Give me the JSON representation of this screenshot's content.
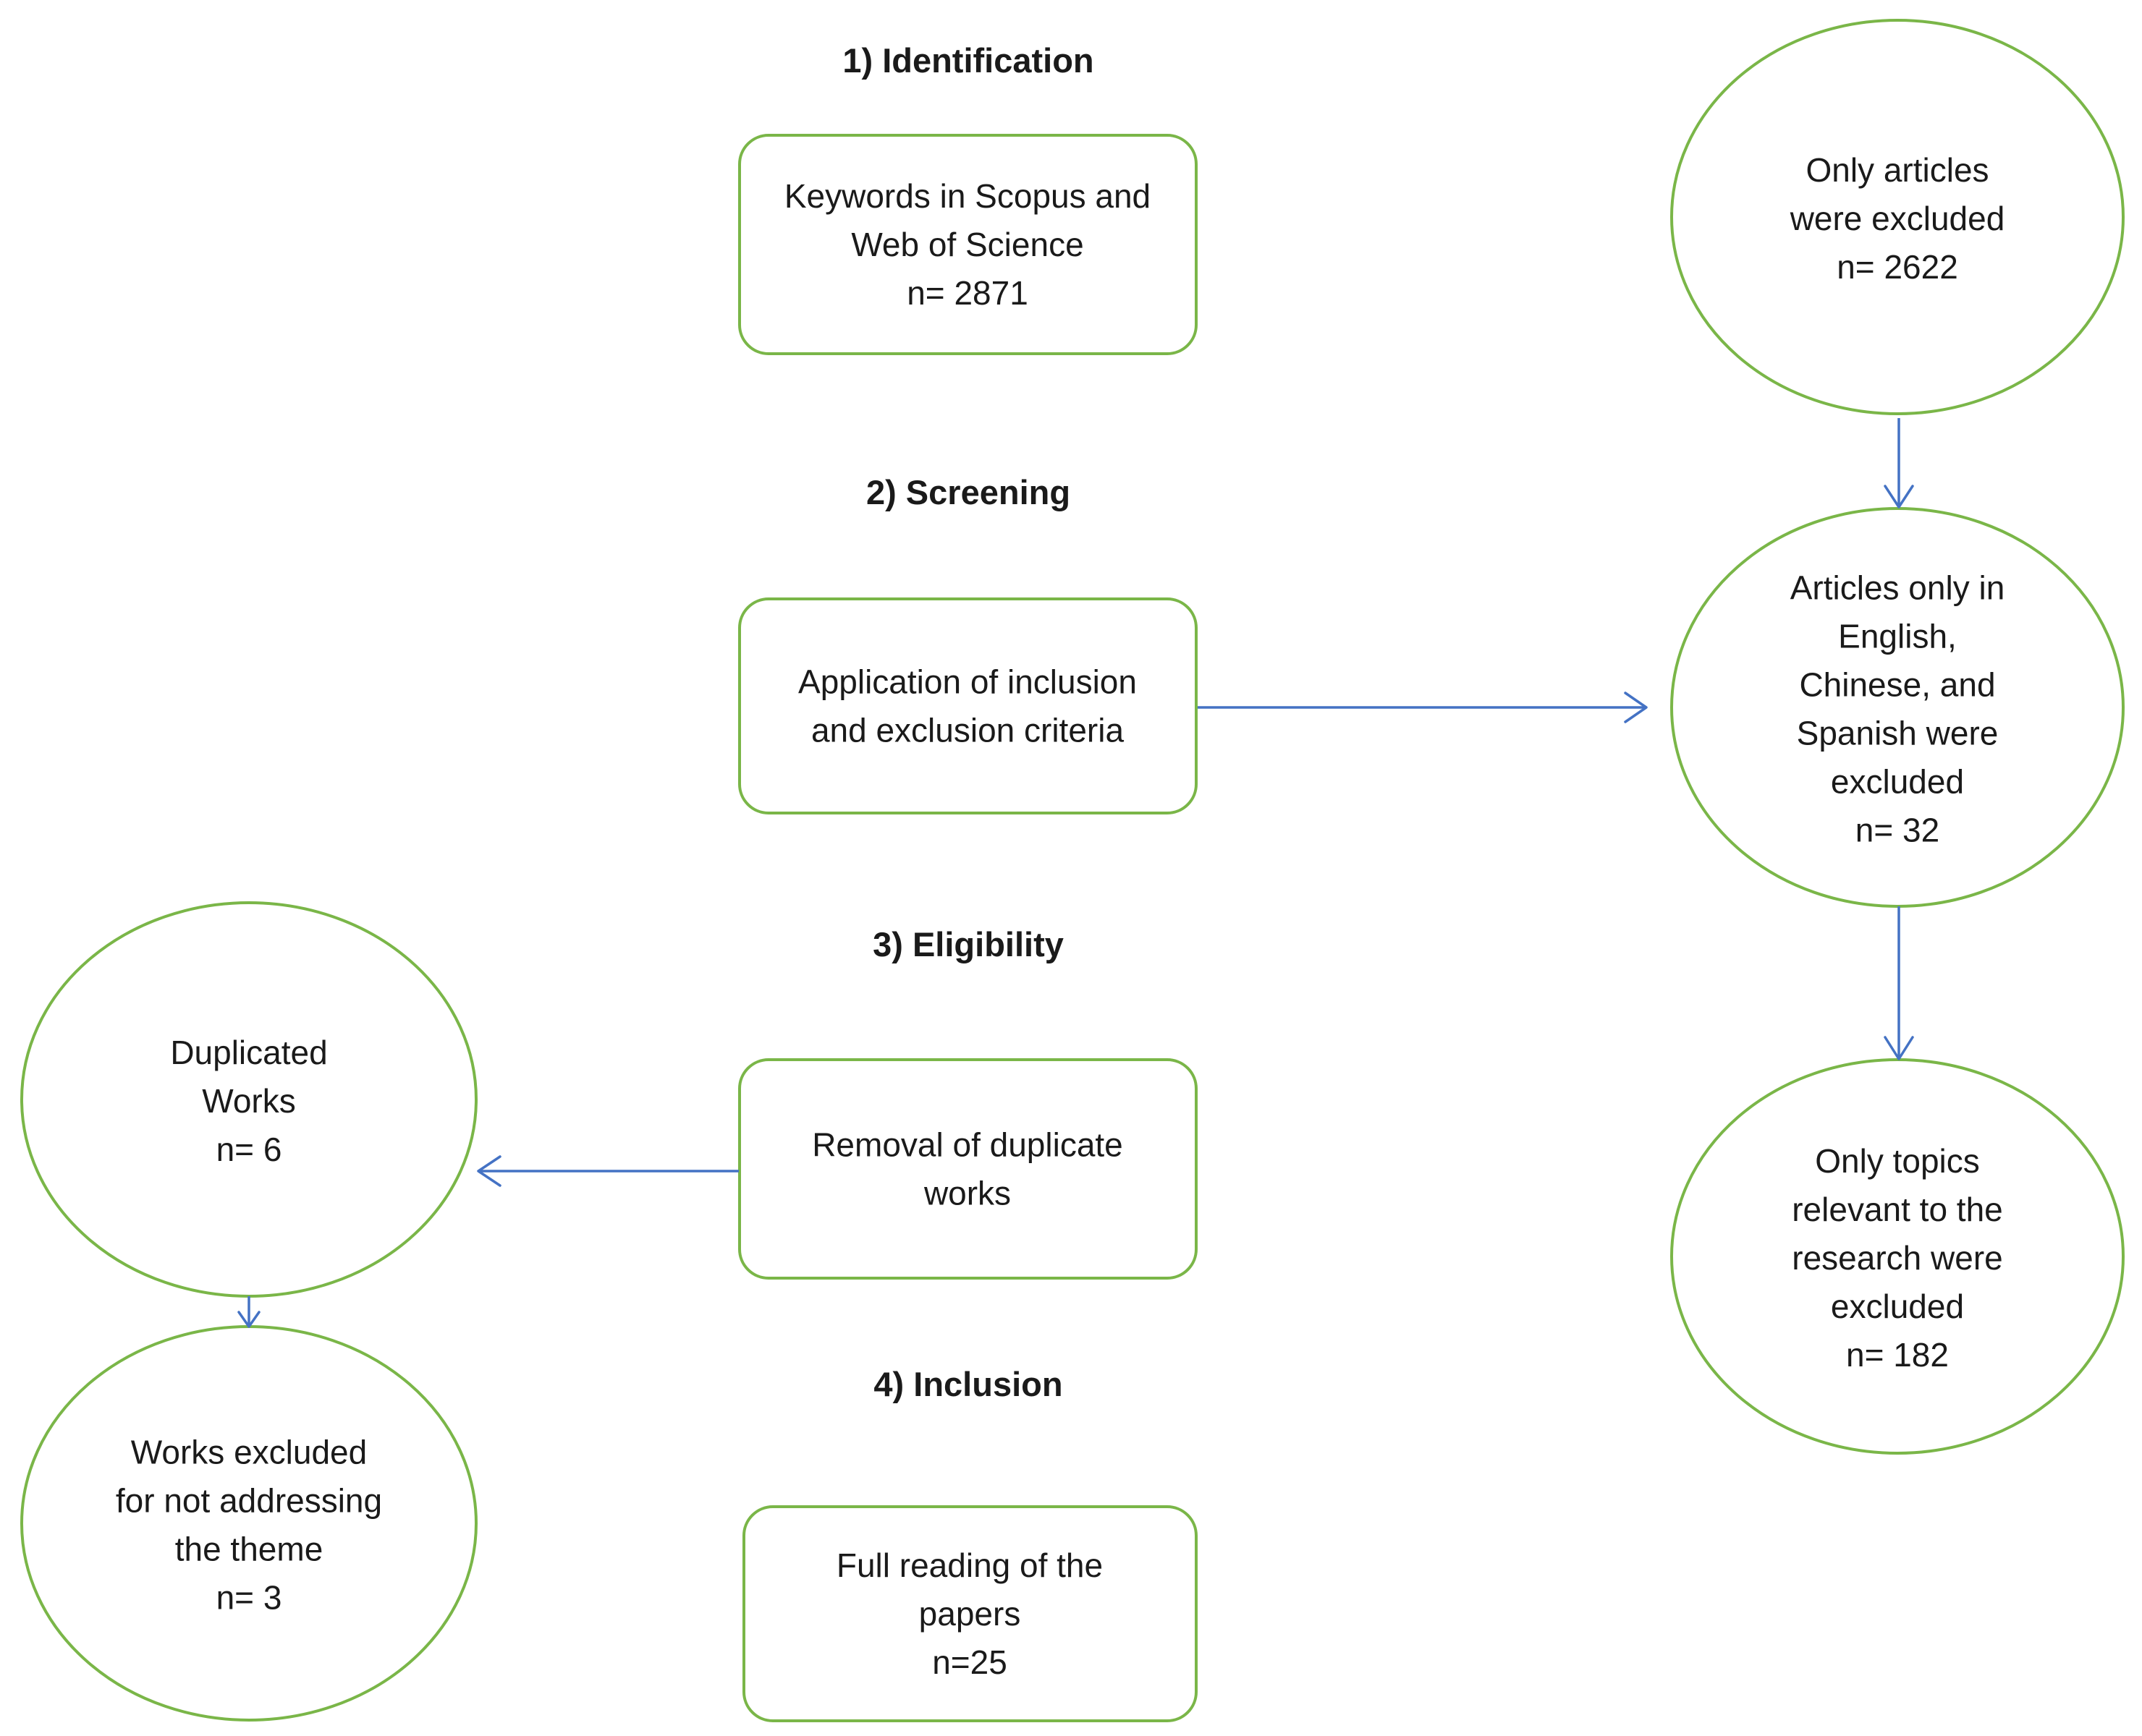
{
  "colors": {
    "node_border": "#7ab648",
    "arrow": "#4472c4",
    "text": "#1a1a1a",
    "background": "#ffffff"
  },
  "stages": {
    "identification": "1) Identification",
    "screening": "2) Screening",
    "eligibility": "3) Eligibility",
    "inclusion": "4) Inclusion"
  },
  "boxes": {
    "keywords": {
      "lines": [
        "Keywords in Scopus and",
        "Web of Science",
        "n= 2871"
      ]
    },
    "criteria": {
      "lines": [
        "Application of inclusion",
        "and exclusion criteria"
      ]
    },
    "removal": {
      "lines": [
        "Removal of duplicate",
        "works"
      ]
    },
    "full_reading": {
      "lines": [
        "Full reading of the",
        "papers",
        "n=25"
      ]
    }
  },
  "circles": {
    "only_articles": {
      "lines": [
        "Only articles",
        "were excluded",
        "n= 2622"
      ]
    },
    "languages": {
      "lines": [
        "Articles only in",
        "English,",
        "Chinese, and",
        "Spanish were",
        "excluded",
        "n= 32"
      ]
    },
    "topics": {
      "lines": [
        "Only topics",
        "relevant to the",
        "research were",
        "excluded",
        "n= 182"
      ]
    },
    "duplicated": {
      "lines": [
        "Duplicated",
        "Works",
        "n= 6"
      ]
    },
    "not_addressing": {
      "lines": [
        "Works excluded",
        "for not addressing",
        "the theme",
        "n= 3"
      ]
    }
  }
}
